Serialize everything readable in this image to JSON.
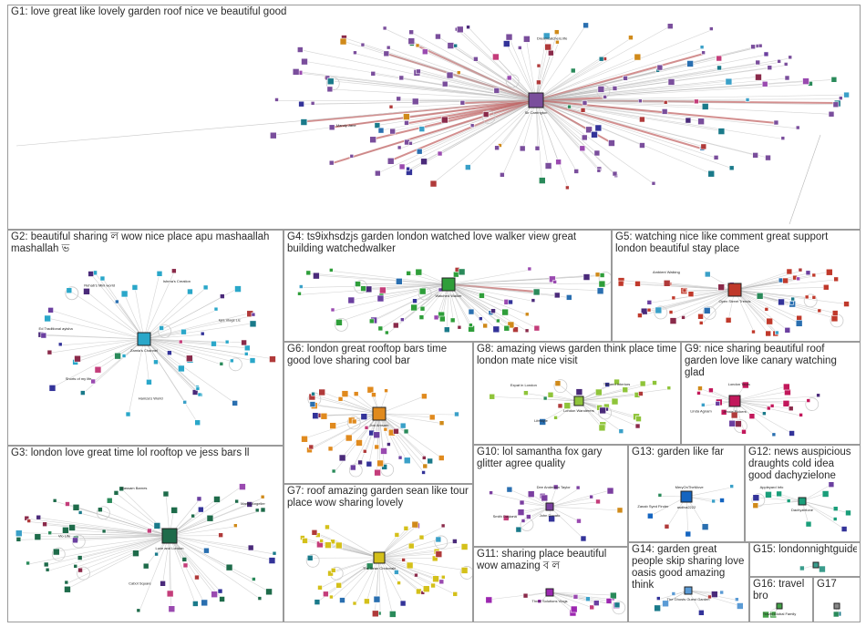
{
  "graph": {
    "groups": [
      {
        "id": "G1",
        "label": "G1: love great like lovely garden roof nice ve beautiful good",
        "color": "#7a4e9c",
        "hubs": [
          "Sir Carrington",
          "Mandy Jane",
          "Dreamcatchers.life"
        ]
      },
      {
        "id": "G2",
        "label": "G2: beautiful sharing ল wow nice place apu mashaallah mashallah ভ",
        "color": "#2aa7c9",
        "hubs": [
          "Zamia's Channel",
          "Hamza's World",
          "Shorts of my life",
          "Ed Traditional ayisha",
          "Rehab's Mini world",
          "Ishrna's Creation",
          "Iqra Vlogs Lic"
        ]
      },
      {
        "id": "G3",
        "label": "G3: london love great time lol rooftop ve jess bars ll",
        "color": "#1e6b4a",
        "hubs": [
          "Love and London",
          "Cabot Square",
          "Vlo Life",
          "Nassam Barnes",
          "Martin Angelier"
        ]
      },
      {
        "id": "G4",
        "label": "G4: ts9ixhsdzjs garden london watched love walker view great building watchedwalker",
        "color": "#2f9e3a",
        "hubs": [
          "Watched Walker"
        ]
      },
      {
        "id": "G5",
        "label": "G5: watching nice like comment great support london beautiful stay place",
        "color": "#c0392b",
        "hubs": [
          "Open Street Trends",
          "Ambient Walking"
        ]
      },
      {
        "id": "G6",
        "label": "G6: london great rooftop bars time good love sharing cool bar",
        "color": "#e08a1e",
        "hubs": [
          "Jon Amsam"
        ]
      },
      {
        "id": "G7",
        "label": "G7: roof amazing garden sean like tour place wow sharing lovely",
        "color": "#d4c01a",
        "hubs": [
          "The Sean Chrismaki"
        ]
      },
      {
        "id": "G8",
        "label": "G8: amazing views garden think place time london mate nice visit",
        "color": "#8fc43a",
        "hubs": [
          "London Wanderers",
          "Lifestyle",
          "Expat in London",
          "Tailored Interiors"
        ]
      },
      {
        "id": "G9",
        "label": "G9: nice sharing beautiful roof garden love like canary watching glad",
        "color": "#c2185b",
        "hubs": [
          "Jessie Pickers",
          "Linda Agnam",
          "London Tours"
        ]
      },
      {
        "id": "G10",
        "label": "G10: lol samantha fox gary glitter agree quality",
        "color": "#7b3fa0",
        "hubs": [
          "John Donato",
          "Smith Daytona",
          "Dee Anderson Taylor"
        ]
      },
      {
        "id": "G11",
        "label": "G11: sharing place beautiful wow amazing ব ল",
        "color": "#9c27b0",
        "hubs": [
          "Three Solutions Vlogs"
        ]
      },
      {
        "id": "G12",
        "label": "G12: news auspicious draughts cold idea good dachyzielone",
        "color": "#1a9e7a",
        "hubs": [
          "Dachyzielone",
          "Appleyard Info"
        ]
      },
      {
        "id": "G13",
        "label": "G13: garden like far",
        "color": "#1565c0",
        "hubs": [
          "asdiva2222",
          "Zanab Syed Finder",
          "MeryOnTheMove"
        ]
      },
      {
        "id": "G14",
        "label": "G14: garden great people skip sharing love oasis good amazing think",
        "color": "#5b9bd5",
        "hubs": [
          "The Ghosts Guest Garden"
        ]
      },
      {
        "id": "G15",
        "label": "G15: londonnightguide...",
        "color": "#3a9c8c",
        "hubs": []
      },
      {
        "id": "G16",
        "label": "G16: travel bro",
        "color": "#43a047",
        "hubs": [
          "Travel Global Family"
        ]
      },
      {
        "id": "G17",
        "label": "G17",
        "color": "#888888",
        "hubs": []
      }
    ]
  }
}
